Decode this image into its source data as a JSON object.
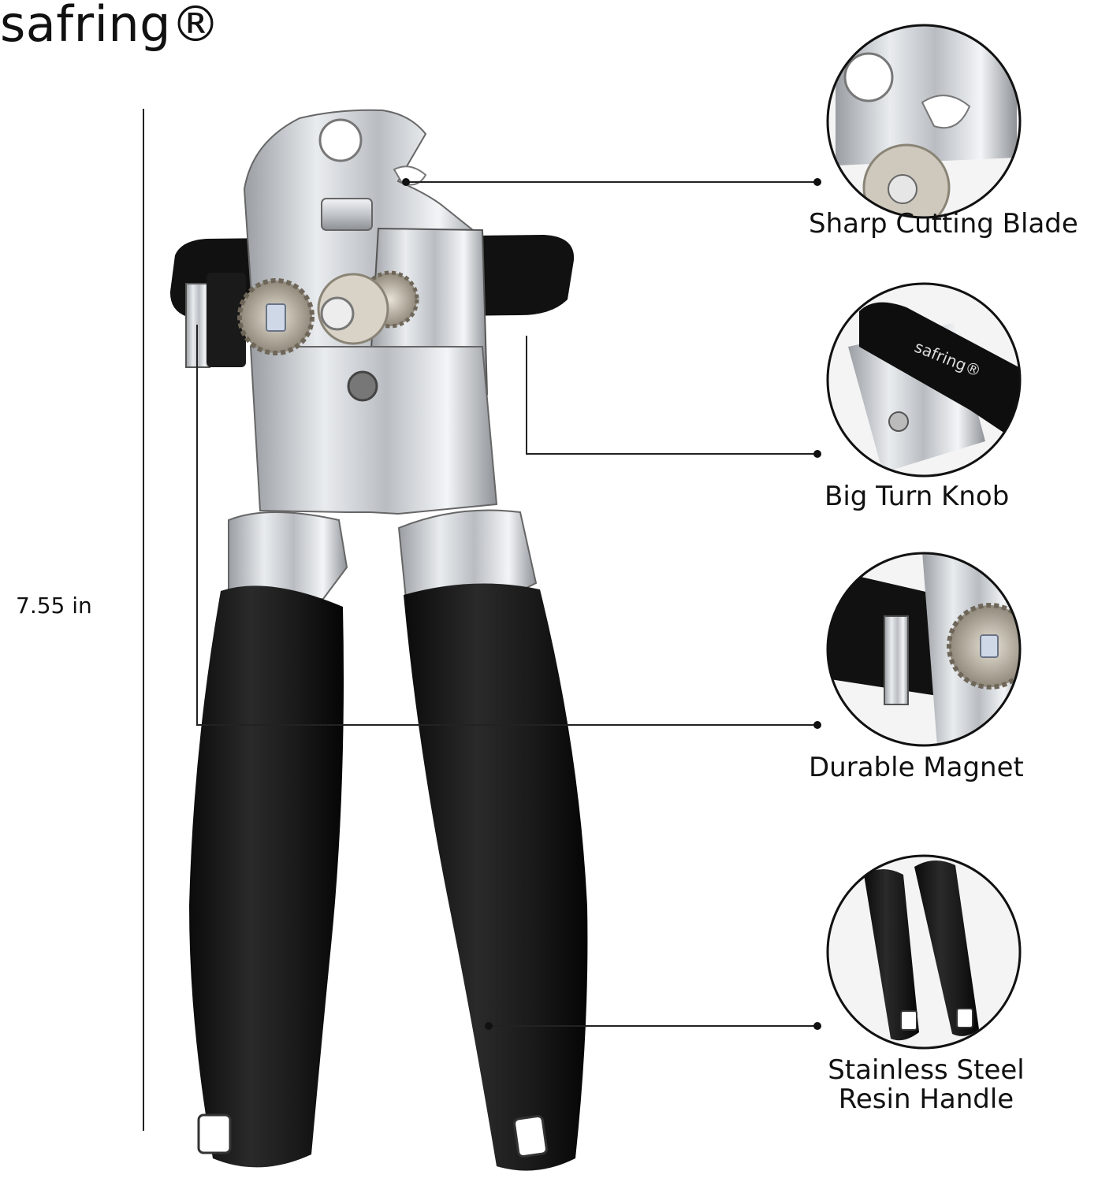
{
  "brand": {
    "name": "safring®"
  },
  "dimension": {
    "label": "7.55 in"
  },
  "callouts": [
    {
      "label": "Sharp Cutting Blade"
    },
    {
      "label": "Big Turn Knob",
      "knob_text": "safring®"
    },
    {
      "label": "Durable Magnet"
    },
    {
      "label_line1": "Stainless Steel",
      "label_line2": "Resin Handle"
    }
  ]
}
